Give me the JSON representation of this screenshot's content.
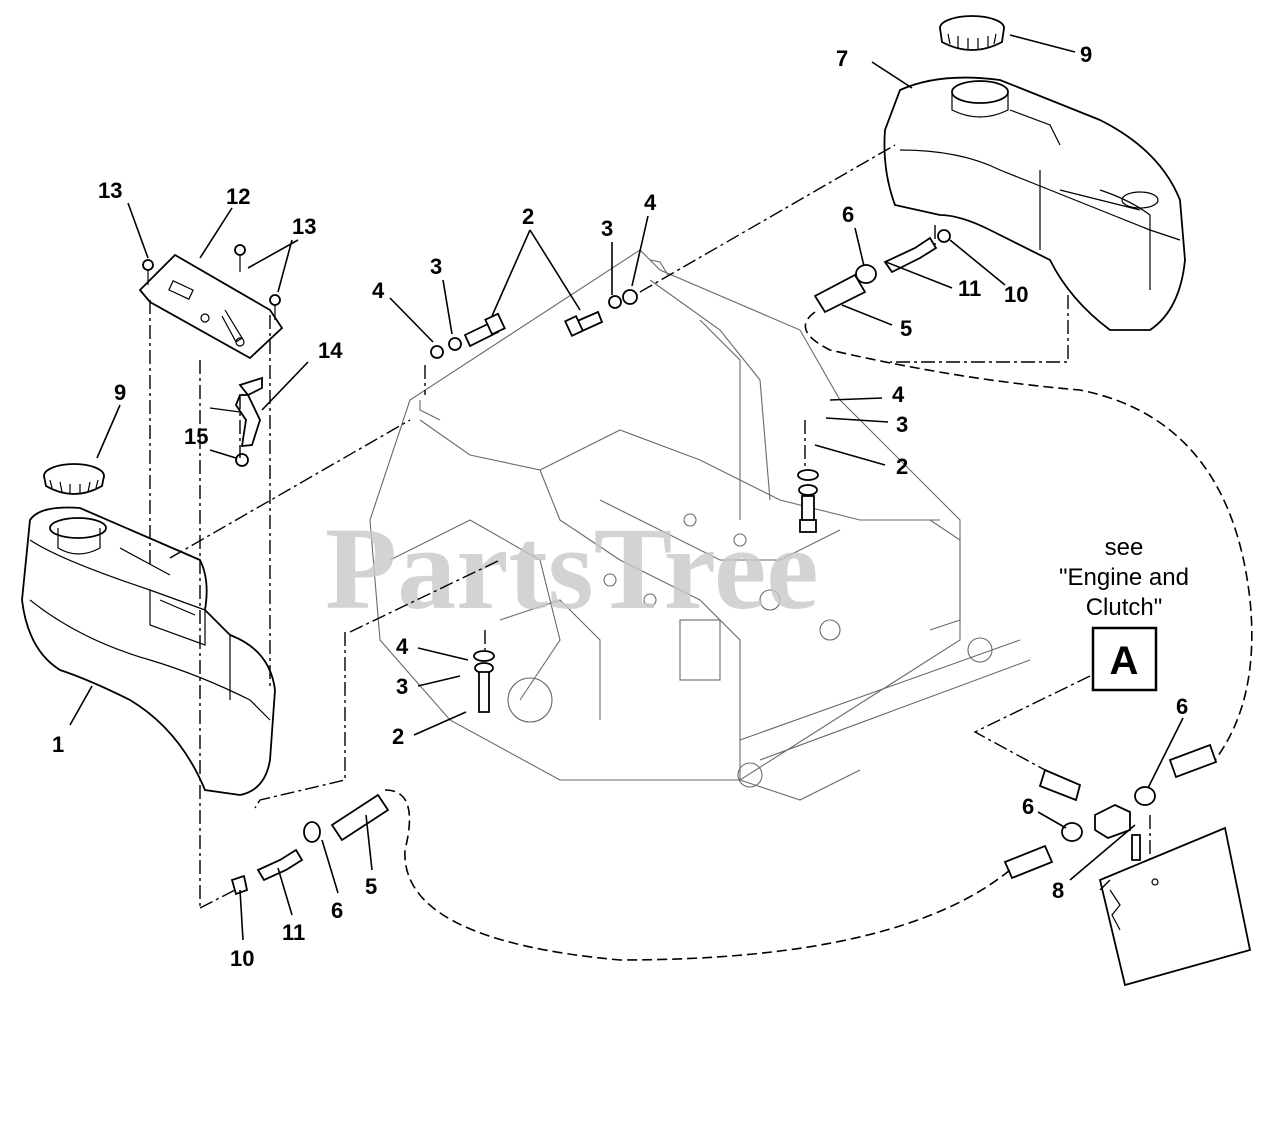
{
  "watermark": "PartsTree",
  "note": {
    "line1": "see",
    "line2": "\"Engine and",
    "line3": "Clutch\"",
    "ref_letter": "A"
  },
  "labels": {
    "l1": "1",
    "l2a": "2",
    "l2b": "2",
    "l2c": "2",
    "l3a": "3",
    "l3b": "3",
    "l3c": "3",
    "l3d": "3",
    "l4a": "4",
    "l4b": "4",
    "l4c": "4",
    "l4d": "4",
    "l5a": "5",
    "l5b": "5",
    "l6a": "6",
    "l6b": "6",
    "l6c": "6",
    "l6d": "6",
    "l7": "7",
    "l8": "8",
    "l9a": "9",
    "l9b": "9",
    "l10a": "10",
    "l10b": "10",
    "l11a": "11",
    "l11b": "11",
    "l12": "12",
    "l13a": "13",
    "l13b": "13",
    "l14": "14",
    "l15": "15"
  }
}
